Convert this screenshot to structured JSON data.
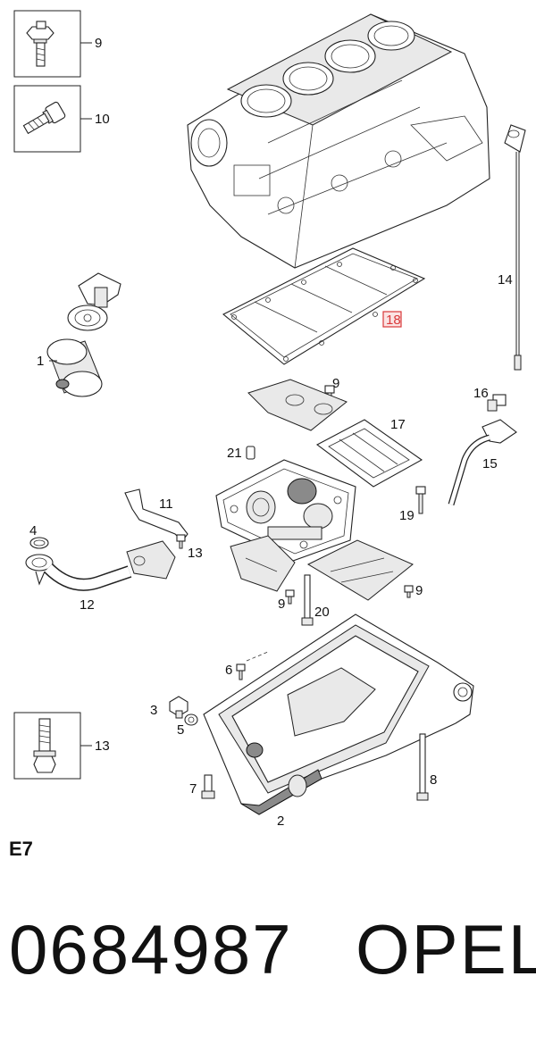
{
  "diagram": {
    "section_code": "E7",
    "part_number": "0684987",
    "brand": "OPEL",
    "highlighted_callout": "18",
    "highlight_color": "#d9383a",
    "callouts": {
      "c1": "1",
      "c2": "2",
      "c3": "3",
      "c4": "4",
      "c5": "5",
      "c6": "6",
      "c7": "7",
      "c8": "8",
      "c9a": "9",
      "c9b": "9",
      "c9c": "9",
      "c9d": "9",
      "c10": "10",
      "c11": "11",
      "c12": "12",
      "c13a": "13",
      "c13b": "13",
      "c14": "14",
      "c15": "15",
      "c16": "16",
      "c17": "17",
      "c18": "18",
      "c19": "19",
      "c20": "20",
      "c21": "21"
    }
  }
}
